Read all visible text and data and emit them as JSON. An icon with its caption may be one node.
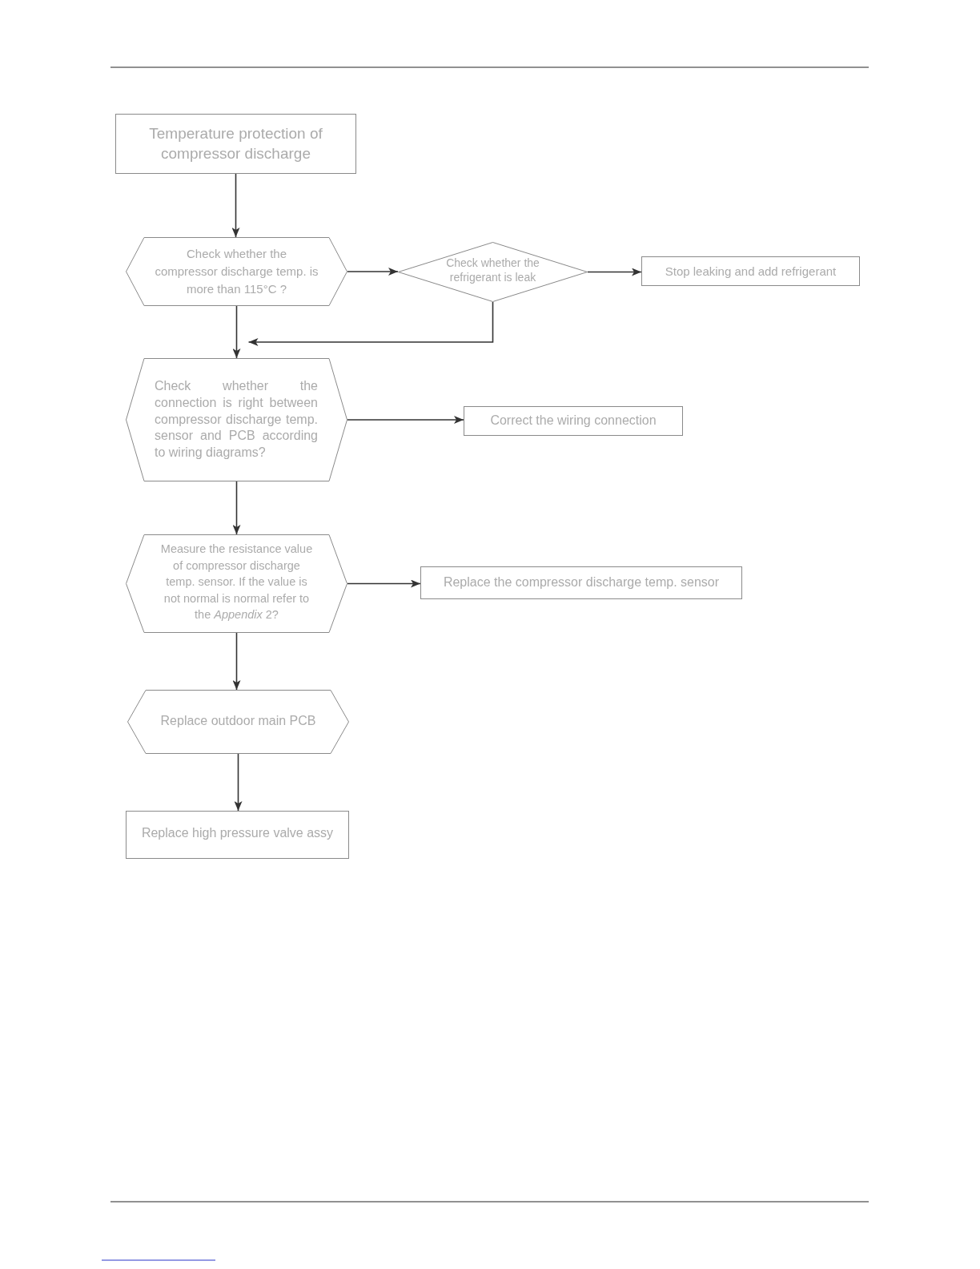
{
  "diagram": {
    "nodes": [
      {
        "text": [
          "Temperature protection of compressor discharge"
        ]
      },
      {
        "text": [
          "Check whether the compressor discharge temp. is more than 115°C ?"
        ]
      },
      {
        "text": [
          "Check whether the refrigerant is leak"
        ]
      },
      {
        "text": [
          "Stop leaking and add refrigerant"
        ]
      },
      {
        "text": [
          "Check whether the connection is right between compressor discharge temp. sensor and PCB according to wiring diagrams?"
        ]
      },
      {
        "text": [
          "Correct the wiring connection"
        ]
      },
      {
        "text": [
          "Measure the resistance value of compressor discharge temp. sensor. If the value is not normal is normal refer to the *Appendix* 2?"
        ]
      },
      {
        "text": [
          "Replace the compressor discharge temp. sensor"
        ]
      },
      {
        "text": [
          "Replace outdoor main PCB"
        ]
      },
      {
        "text": [
          "Replace high pressure valve assy"
        ]
      }
    ],
    "edges": [
      {
        "from": 0,
        "to": 1,
        "arrow": "to"
      },
      {
        "from": 1,
        "to": 2,
        "arrow": "to"
      },
      {
        "from": 2,
        "to": 3,
        "arrow": "to"
      },
      {
        "from": 1,
        "to": 4,
        "arrow": "to"
      },
      {
        "from": 2,
        "to": 4,
        "arrow": "to"
      },
      {
        "from": 4,
        "to": 5,
        "arrow": "to"
      },
      {
        "from": 4,
        "to": 6,
        "arrow": "to"
      },
      {
        "from": 6,
        "to": 7,
        "arrow": "to"
      },
      {
        "from": 6,
        "to": 8,
        "arrow": "to"
      },
      {
        "from": 8,
        "to": 9,
        "arrow": "to"
      }
    ]
  }
}
